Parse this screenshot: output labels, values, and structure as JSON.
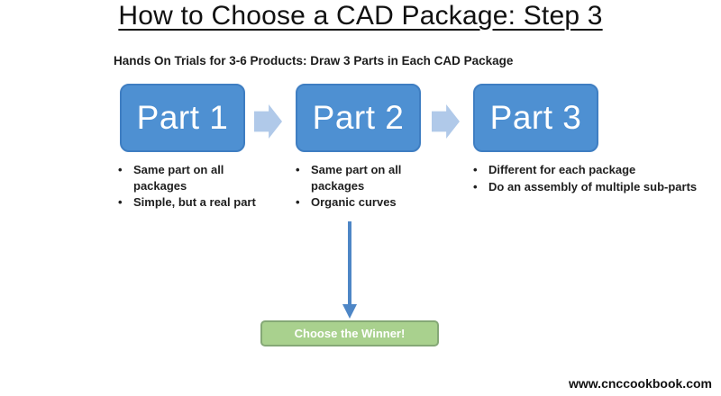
{
  "slide": {
    "title": "How to Choose a CAD Package: Step 3",
    "subtitle": "Hands On Trials for 3-6 Products: Draw 3 Parts in Each CAD Package",
    "footer": "www.cnccookbook.com"
  },
  "steps": [
    {
      "label": "Part 1",
      "bullets": [
        "Same part on all packages",
        "Simple, but a real part"
      ]
    },
    {
      "label": "Part 2",
      "bullets": [
        "Same part on all packages",
        "Organic curves"
      ]
    },
    {
      "label": "Part 3",
      "bullets": [
        "Different for each package",
        "Do an assembly of multiple sub-parts"
      ]
    }
  ],
  "winner": {
    "label": "Choose the Winner!"
  },
  "icons": {
    "between_steps": "right-block-arrow",
    "to_winner": "down-arrow"
  },
  "colors": {
    "box_blue": "#4e90d2",
    "box_blue_border": "#3f7ec2",
    "arrow_light_blue": "#b0c9e9",
    "arrow_blue": "#4e86c6",
    "winner_fill": "#a9d18e",
    "winner_border": "#85a876",
    "text_dark": "#1a1a1a"
  }
}
